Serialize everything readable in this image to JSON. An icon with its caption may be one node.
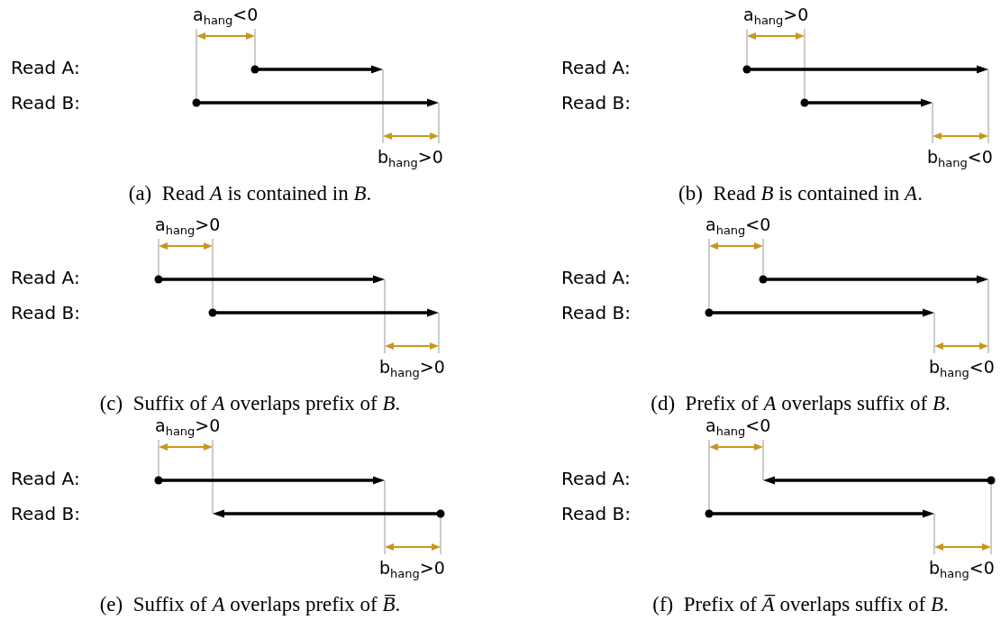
{
  "diagram": {
    "labels": [
      "a$_{hang}$<0",
      "Read A:",
      "Read B:",
      "b$_{hang}$>0",
      "(a)  Read *A* is contained in *B*.",
      "a$_{hang}$>0",
      "Read A:",
      "Read B:",
      "b$_{hang}$<0",
      "(b)  Read *B* is contained in *A*.",
      "a$_{hang}$>0",
      "Read A:",
      "Read B:",
      "b$_{hang}$>0",
      "(c)  Suffix of *A* overlaps prefix of *B*.",
      "a$_{hang}$<0",
      "Read A:",
      "Read B:",
      "b$_{hang}$<0",
      "(d)  Prefix of *A* overlaps suffix of *B*.",
      "a$_{hang}$>0",
      "Read A:",
      "Read B:",
      "b$_{hang}$>0",
      "(e)  Suffix of *A* overlaps prefix of *B̅*.",
      "a$_{hang}$<0",
      "Read A:",
      "Read B:",
      "b$_{hang}$<0",
      "(f)  Prefix of *A̅* overlaps suffix of *B*."
    ]
  }
}
